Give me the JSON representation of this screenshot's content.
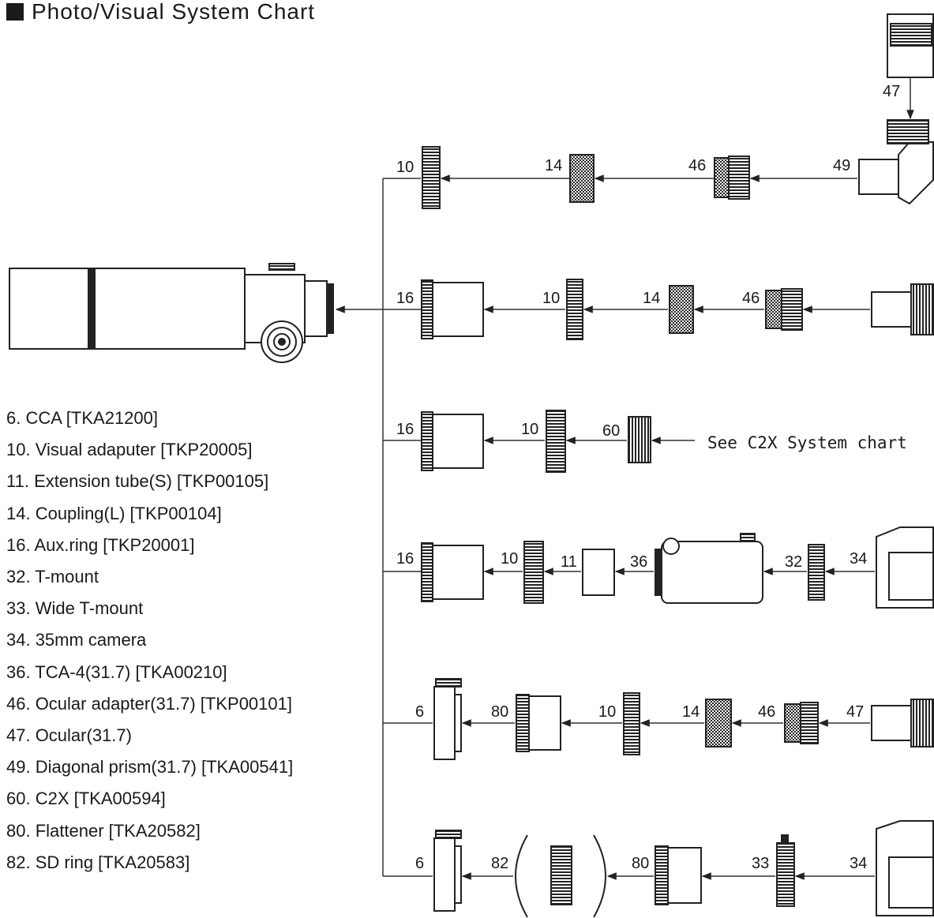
{
  "title": "Photo/Visual System Chart",
  "legend": [
    "6. CCA [TKA21200]",
    "10. Visual adaputer [TKP20005]",
    "11. Extension tube(S) [TKP00105]",
    "14. Coupling(L) [TKP00104]",
    "16. Aux.ring [TKP20001]",
    "32. T-mount",
    "33. Wide T-mount",
    "34. 35mm camera",
    "36. TCA-4(31.7) [TKA00210]",
    "46. Ocular adapter(31.7) [TKP00101]",
    "47. Ocular(31.7)",
    "49. Diagonal prism(31.7) [TKA00541]",
    "60. C2X [TKA00594]",
    "80. Flattener [TKA20582]",
    "82. SD ring  [TKA20583]"
  ],
  "labels": {
    "r1": [
      "10",
      "14",
      "46",
      "49",
      "47"
    ],
    "r2": [
      "16",
      "10",
      "14",
      "46"
    ],
    "r3": [
      "16",
      "10",
      "60"
    ],
    "r4": [
      "16",
      "10",
      "11",
      "36",
      "32",
      "34"
    ],
    "r5": [
      "6",
      "80",
      "10",
      "14",
      "46",
      "47"
    ],
    "r6": [
      "6",
      "82",
      "80",
      "33",
      "34"
    ]
  },
  "note": "See C2X System chart"
}
